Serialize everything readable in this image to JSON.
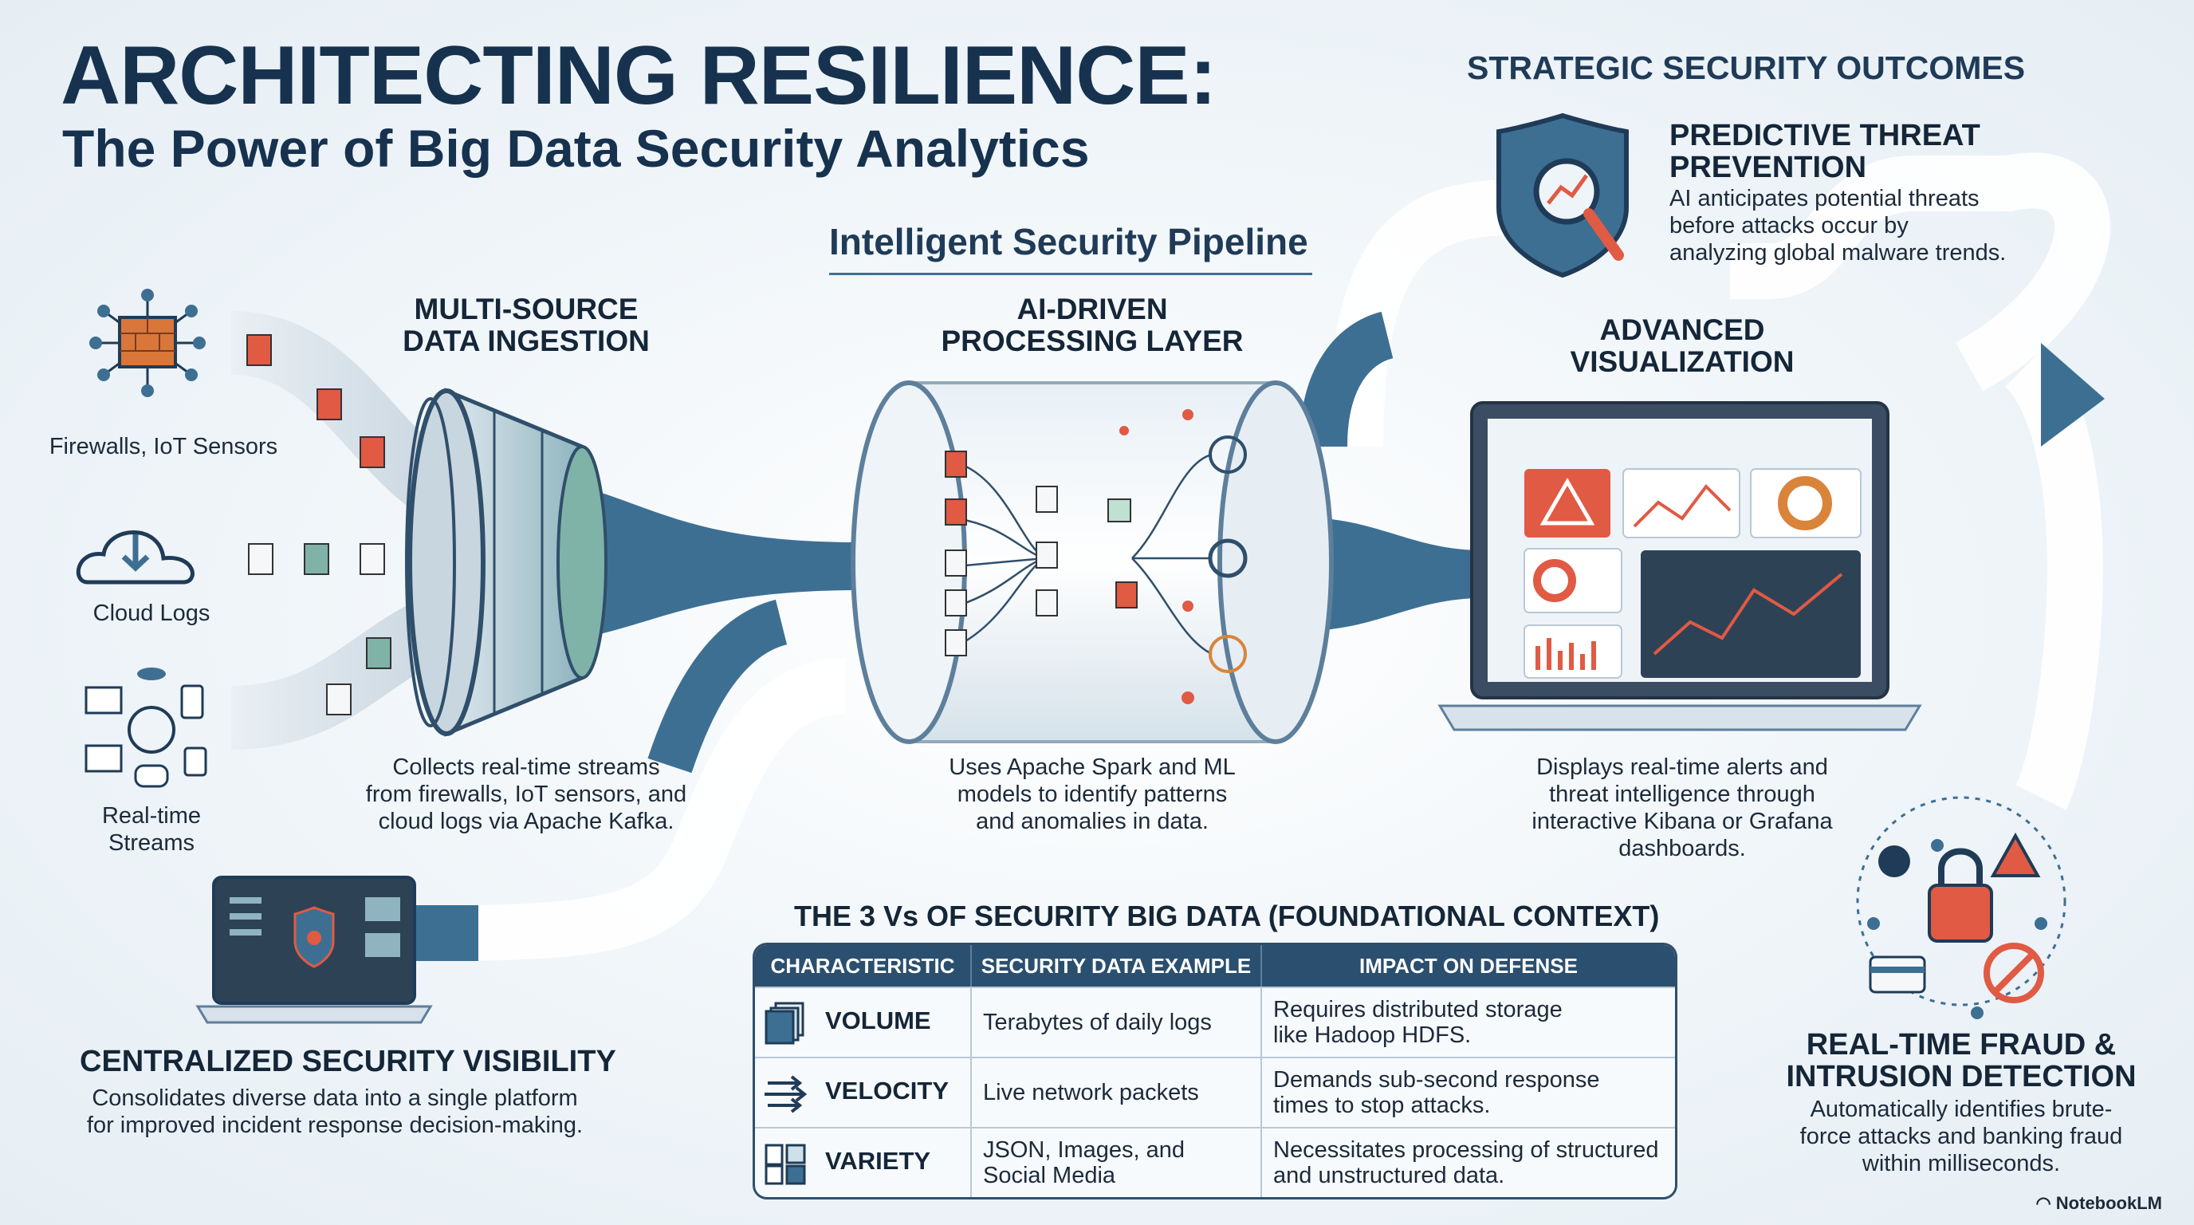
{
  "title": {
    "line1": "ARCHITECTING RESILIENCE:",
    "line2": "The Power of Big Data Security Analytics"
  },
  "pipeline": {
    "title": "Intelligent Security Pipeline",
    "ingestion": {
      "heading_1": "MULTI-SOURCE",
      "heading_2": "DATA INGESTION",
      "desc_1": "Collects real-time streams",
      "desc_2": "from firewalls, IoT sensors, and",
      "desc_3": "cloud logs via Apache Kafka."
    },
    "processing": {
      "heading_1": "AI-DRIVEN",
      "heading_2": "PROCESSING LAYER",
      "desc_1": "Uses Apache Spark and ML",
      "desc_2": "models to identify patterns",
      "desc_3": "and anomalies in data."
    },
    "visualization": {
      "heading_1": "ADVANCED",
      "heading_2": "VISUALIZATION",
      "desc_1": "Displays real-time alerts and",
      "desc_2": "threat intelligence through",
      "desc_3": "interactive Kibana or Grafana",
      "desc_4": "dashboards."
    }
  },
  "sources": {
    "firewalls": "Firewalls, IoT Sensors",
    "cloud": "Cloud Logs",
    "streams_1": "Real-time",
    "streams_2": "Streams"
  },
  "outcomes": {
    "title": "STRATEGIC SECURITY OUTCOMES",
    "predictive": {
      "heading_1": "PREDICTIVE THREAT",
      "heading_2": "PREVENTION",
      "desc_1": "AI anticipates potential threats",
      "desc_2": "before attacks occur by",
      "desc_3": "analyzing global malware trends."
    },
    "fraud": {
      "heading_1": "REAL-TIME FRAUD &",
      "heading_2": "INTRUSION DETECTION",
      "desc_1": "Automatically identifies brute-",
      "desc_2": "force attacks and banking fraud",
      "desc_3": "within milliseconds."
    }
  },
  "centralized": {
    "heading": "CENTRALIZED SECURITY VISIBILITY",
    "desc_1": "Consolidates diverse data into a single platform",
    "desc_2": "for improved incident response decision-making."
  },
  "three_vs": {
    "title": "THE 3 Vs OF SECURITY BIG DATA (FOUNDATIONAL CONTEXT)",
    "headers": [
      "CHARACTERISTIC",
      "SECURITY DATA EXAMPLE",
      "IMPACT ON DEFENSE"
    ],
    "rows": [
      {
        "name": "VOLUME",
        "icon": "stacked-files-icon",
        "example_1": "Terabytes of daily logs",
        "example_2": "",
        "impact_1": "Requires distributed storage",
        "impact_2": "like Hadoop HDFS."
      },
      {
        "name": "VELOCITY",
        "icon": "fast-arrows-icon",
        "example_1": "Live network packets",
        "example_2": "",
        "impact_1": "Demands sub-second response",
        "impact_2": "times to stop attacks."
      },
      {
        "name": "VARIETY",
        "icon": "mixed-files-icon",
        "example_1": "JSON, Images, and",
        "example_2": "Social Media",
        "impact_1": "Necessitates processing of structured",
        "impact_2": "and unstructured data."
      }
    ]
  },
  "brand": "NotebookLM",
  "colors": {
    "navy": "#16324f",
    "steel_blue": "#3d6f93",
    "alert_red": "#e0533d",
    "teal": "#7fb3a8"
  }
}
